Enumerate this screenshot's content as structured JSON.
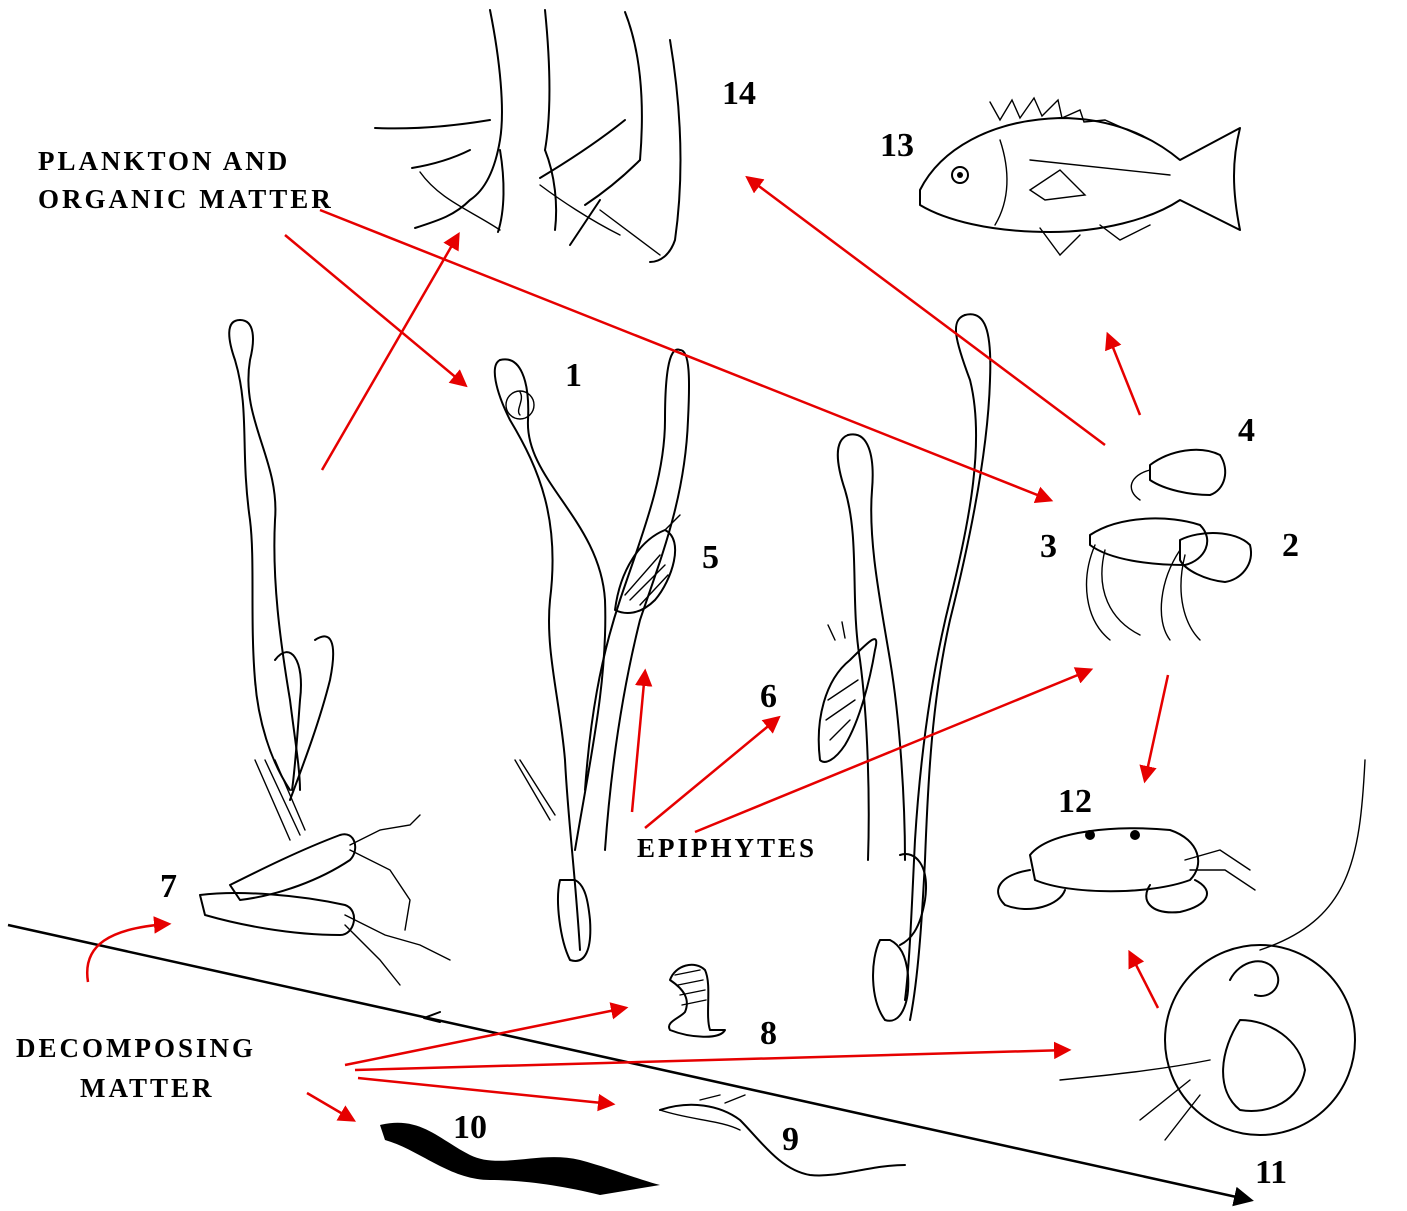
{
  "labels": {
    "plankton_line1": "PLANKTON AND",
    "plankton_line2": "ORGANIC MATTER",
    "epiphytes": "EPIPHYTES",
    "decomposing_line1": "DECOMPOSING",
    "decomposing_line2": "MATTER"
  },
  "numbers": {
    "n1": "1",
    "n2": "2",
    "n3": "3",
    "n4": "4",
    "n5": "5",
    "n6": "6",
    "n7": "7",
    "n8": "8",
    "n9": "9",
    "n10": "10",
    "n11": "11",
    "n12": "12",
    "n13": "13",
    "n14": "14"
  },
  "colors": {
    "arrow": "#e60000",
    "ink": "#000000",
    "background": "#ffffff"
  },
  "icons": [
    "bird-feet-icon",
    "fish-icon",
    "seagrass-blade-icon",
    "snail-icon",
    "isopod-icon",
    "sea-slug-icon",
    "shrimp-icon",
    "amphipod-icon",
    "crab-icon",
    "hermit-crab-icon",
    "polychaete-worm-icon",
    "sabellid-worm-icon",
    "worm-icon"
  ]
}
